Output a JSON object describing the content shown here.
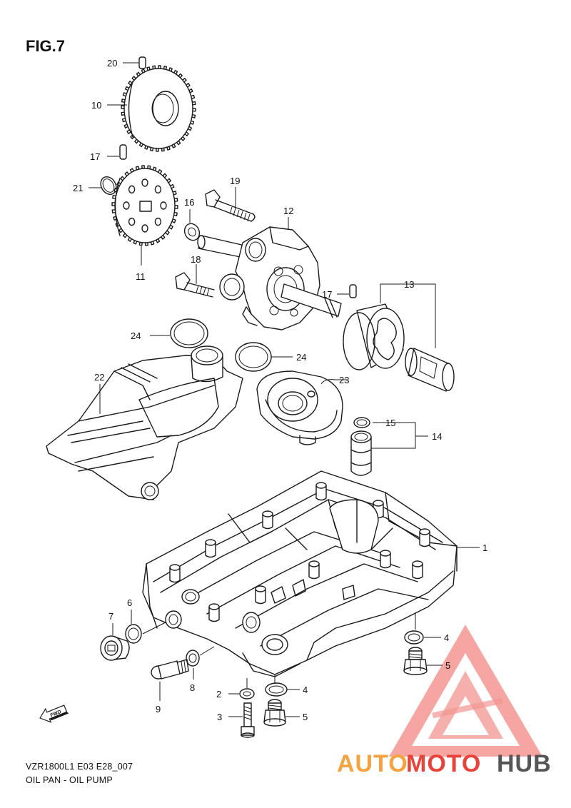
{
  "figure": {
    "label": "FIG.7"
  },
  "callouts": {
    "c20": "20",
    "c10": "10",
    "c17a": "17",
    "c21": "21",
    "c19": "19",
    "c16": "16",
    "c12": "12",
    "c11": "11",
    "c18": "18",
    "c17b": "17",
    "c13": "13",
    "c24a": "24",
    "c24b": "24",
    "c22": "22",
    "c23": "23",
    "c15": "15",
    "c14": "14",
    "c1": "1",
    "c7": "7",
    "c6": "6",
    "c4a": "4",
    "c5a": "5",
    "c9": "9",
    "c8": "8",
    "c2": "2",
    "c4b": "4",
    "c3": "3",
    "c5b": "5"
  },
  "forward_arrow": {
    "text": "FWD"
  },
  "footer": {
    "code": "VZR1800L1 E03 E28_007",
    "title": "OIL PAN - OIL PUMP"
  },
  "watermark": {
    "brand_part1": "AUTO",
    "brand_part2": "MOTO",
    "brand_part3": "HUB",
    "colors": {
      "orange": "#f4a340",
      "red": "#e8433a",
      "gray": "#555555",
      "pink": "#f28b86"
    }
  }
}
